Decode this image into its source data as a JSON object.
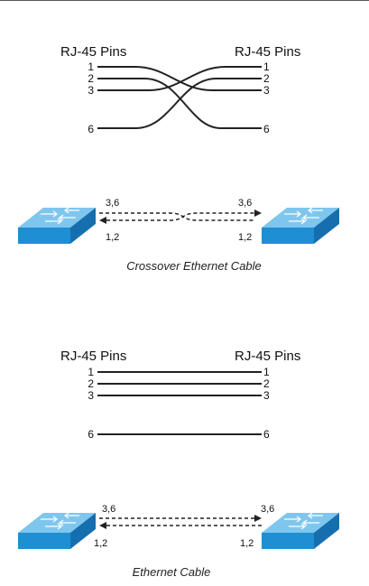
{
  "crossover": {
    "left_header": "RJ-45 Pins",
    "right_header": "RJ-45 Pins",
    "pins": [
      "1",
      "2",
      "3",
      "6"
    ],
    "port_top": "3,6",
    "port_bottom": "1,2",
    "port_top_right": "3,6",
    "port_bottom_right": "1,2",
    "caption": "Crossover Ethernet Cable"
  },
  "straight": {
    "left_header": "RJ-45 Pins",
    "right_header": "RJ-45 Pins",
    "pins": [
      "1",
      "2",
      "3",
      "6"
    ],
    "port_top": "3,6",
    "port_bottom": "1,2",
    "port_top_right": "3,6",
    "port_bottom_right": "1,2",
    "caption": "Ethernet Cable"
  },
  "colors": {
    "switch_top": "#7fc6ee",
    "switch_front": "#1f8ed3",
    "switch_side": "#156fae",
    "wire": "#222222"
  }
}
